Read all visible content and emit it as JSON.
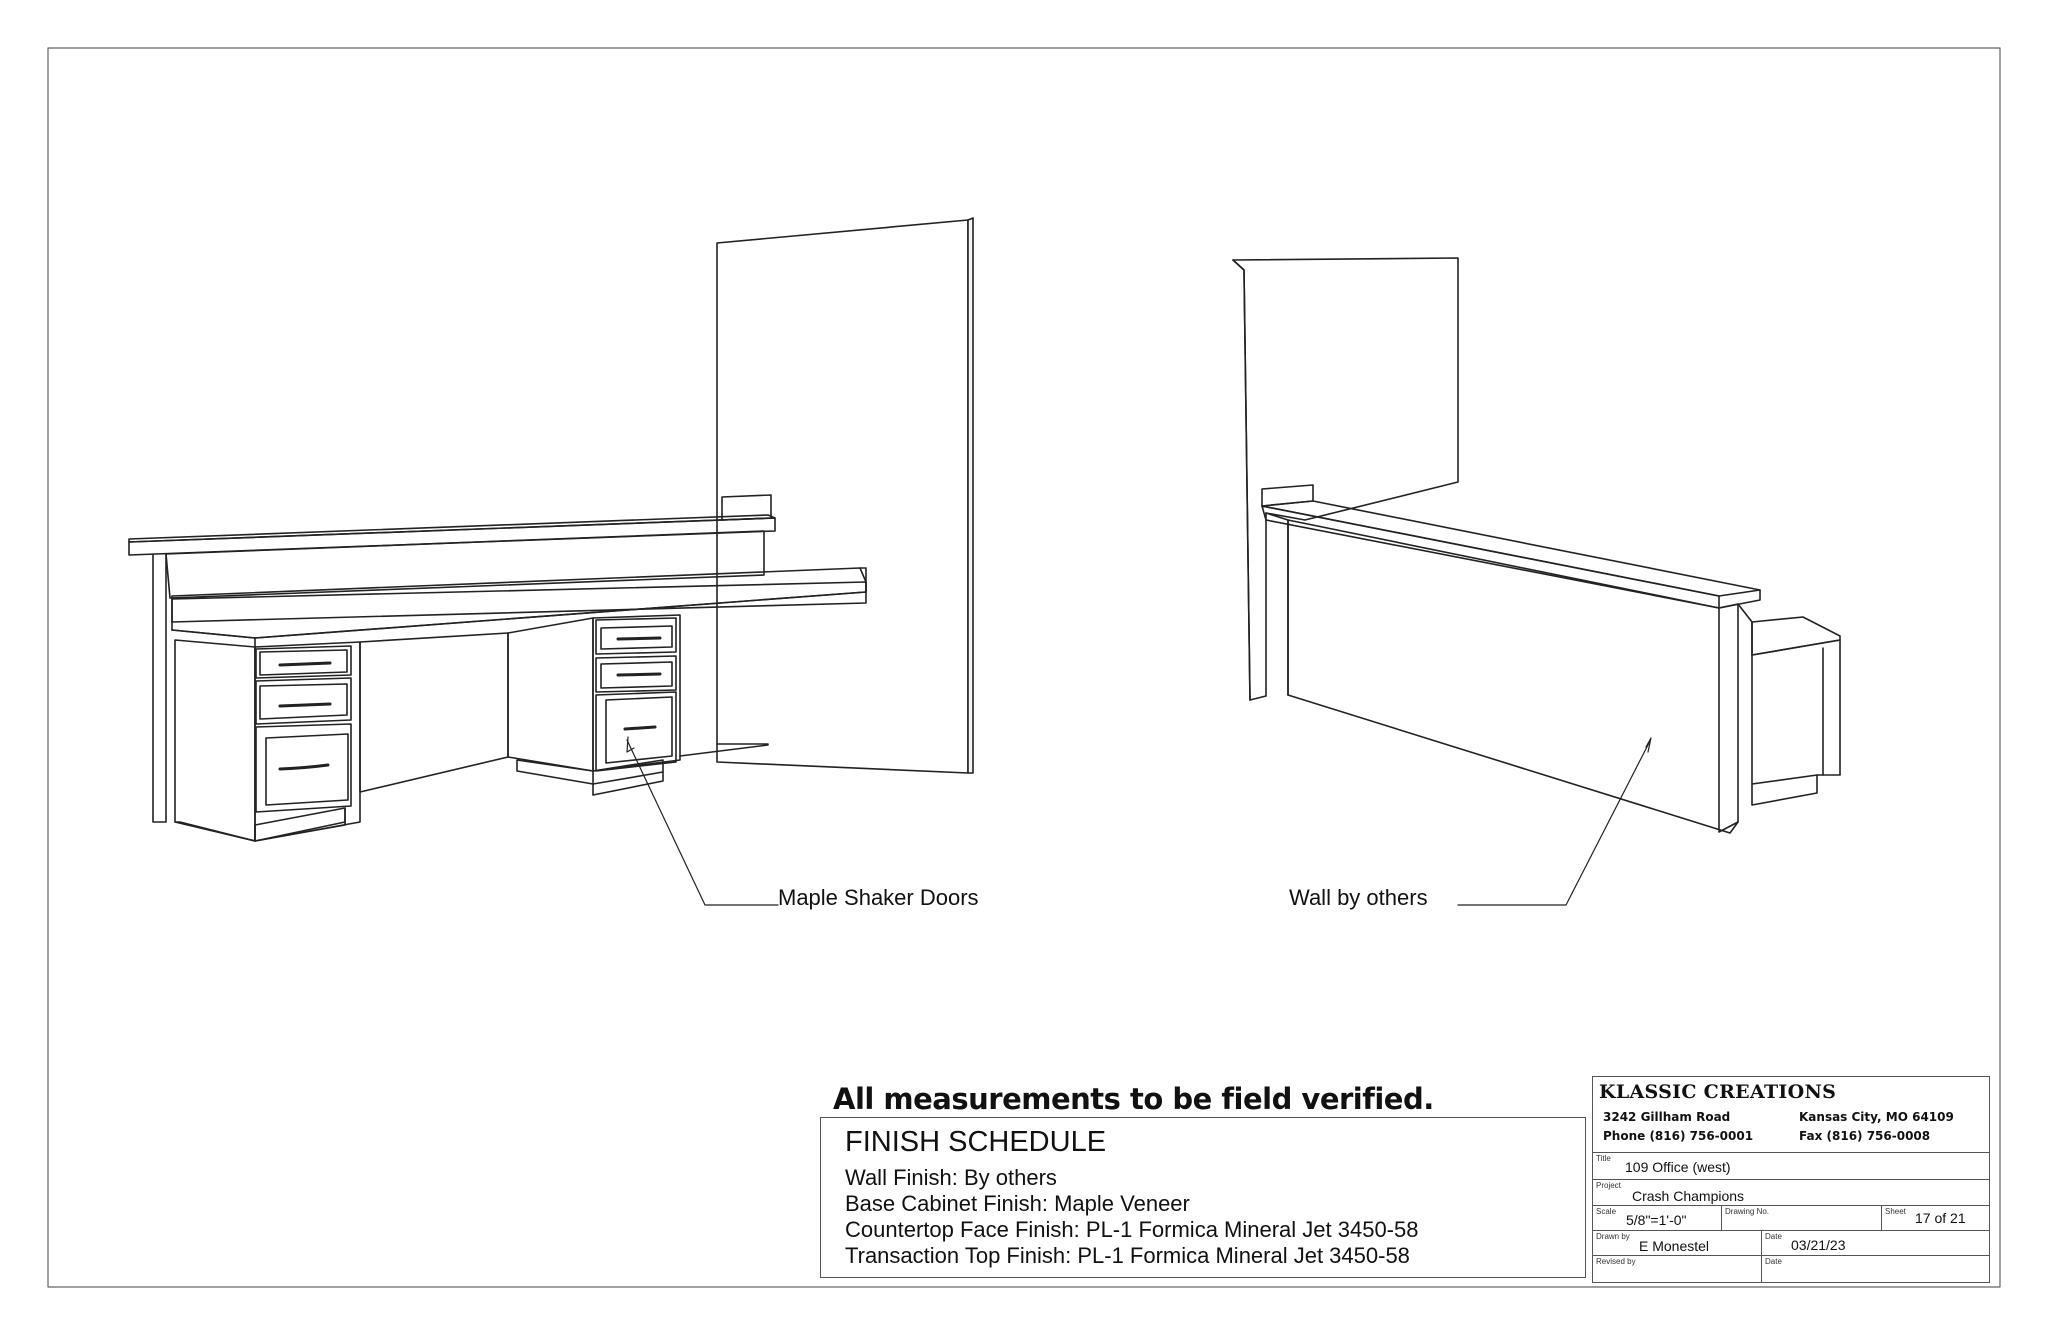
{
  "callouts": {
    "left": "Maple Shaker Doors",
    "right": "Wall by others"
  },
  "note": "All measurements to be field verified.",
  "finish_schedule": {
    "heading": "FINISH SCHEDULE",
    "lines": [
      "Wall Finish: By others",
      "Base Cabinet Finish:  Maple Veneer",
      "Countertop Face Finish:  PL-1 Formica Mineral Jet 3450-58",
      "Transaction Top  Finish:  PL-1 Formica Mineral Jet 3450-58"
    ]
  },
  "title_block": {
    "company": "KLASSIC CREATIONS",
    "address": "3242 Gillham Road",
    "city": "Kansas City, MO 64109",
    "phone": "Phone (816) 756-0001",
    "fax": "Fax (816) 756-0008",
    "labels": {
      "title": "Title",
      "project": "Project",
      "scale": "Scale",
      "drawing_no": "Drawing No.",
      "sheet": "Sheet",
      "drawn_by": "Drawn by",
      "date": "Date",
      "revised_by": "Revised by",
      "date2": "Date"
    },
    "title": "109 Office (west)",
    "project": "Crash Champions",
    "scale": "5/8\"=1'-0\"",
    "sheet": "17 of 21",
    "drawn_by": "E Monestel",
    "date": "03/21/23"
  }
}
